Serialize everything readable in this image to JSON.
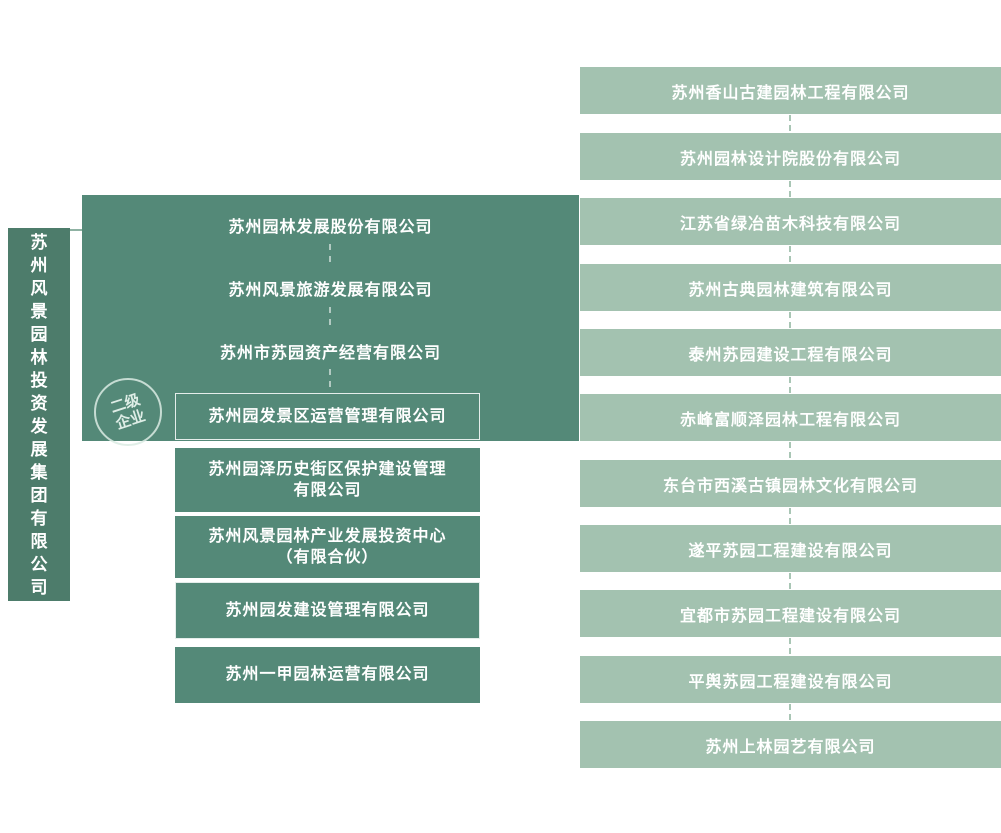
{
  "root": {
    "name": "苏州风景园林投资发展集团有限公司"
  },
  "watermark": {
    "label": "二级企业"
  },
  "middle": {
    "items": [
      {
        "label": "苏州园林发展股份有限公司"
      },
      {
        "label": "苏州风景旅游发展有限公司"
      },
      {
        "label": "苏州市苏园资产经营有限公司"
      },
      {
        "label": "苏州园发景区运营管理有限公司"
      },
      {
        "label": "苏州园泽历史街区保护建设管理\n有限公司"
      },
      {
        "label": "苏州风景园林产业发展投资中心\n（有限合伙）"
      },
      {
        "label": "苏州园发建设管理有限公司"
      },
      {
        "label": "苏州一甲园林运营有限公司"
      }
    ]
  },
  "right": {
    "items": [
      "苏州香山古建园林工程有限公司",
      "苏州园林设计院股份有限公司",
      "江苏省绿冶苗木科技有限公司",
      "苏州古典园林建筑有限公司",
      "泰州苏园建设工程有限公司",
      "赤峰富顺泽园林工程有限公司",
      "东台市西溪古镇园林文化有限公司",
      "遂平苏园工程建设有限公司",
      "宜都市苏园工程建设有限公司",
      "平舆苏园工程建设有限公司",
      "苏州上林园艺有限公司"
    ]
  },
  "colors": {
    "root_box": "#4D7C6B",
    "tier2_panel": "#548978",
    "tier3_box": "#A3C2B0",
    "text": "#FFFFFF",
    "dash_on_panel": "rgba(255,255,255,0.55)",
    "dash_between_tier3": "#A9C6B5",
    "watermark": "rgba(230,242,236,0.95)"
  }
}
